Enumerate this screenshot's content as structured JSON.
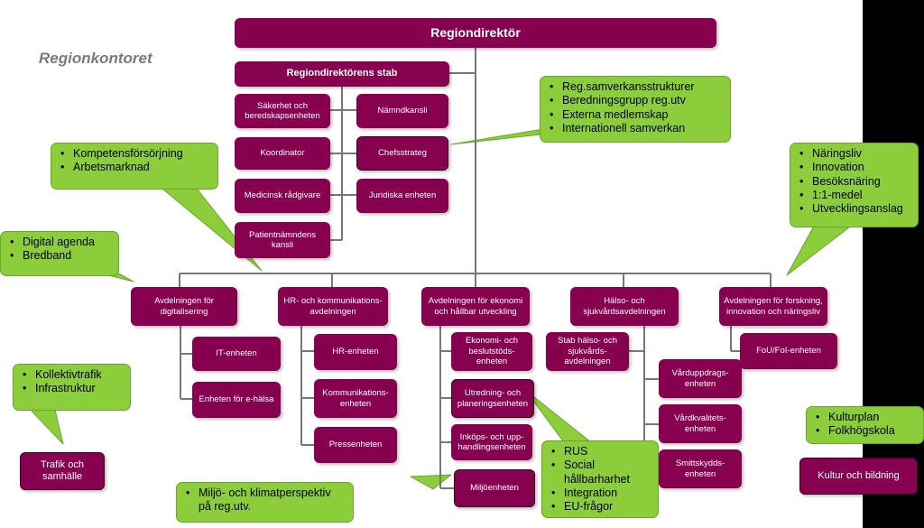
{
  "title": "Regionkontoret",
  "colors": {
    "box": "#86004f",
    "callout": "#8ccd3c",
    "background": "#ffffff",
    "title": "#7a7a7a"
  },
  "top": "Regiondirektör",
  "stab": {
    "title": "Regiondirektörens stab",
    "items": [
      "Säkerhet och beredskapsenheten",
      "Nämndkansli",
      "Koordinator",
      "Chefsstrateg",
      "Medicinsk rådgivare",
      "Juridiska enheten",
      "Patientnämndens kansli"
    ]
  },
  "departments": [
    {
      "name": "Avdelningen för digitalisering",
      "units": [
        "IT-enheten",
        "Enheten för e-hälsa"
      ]
    },
    {
      "name": "HR- och kommunikations-avdelningen",
      "units": [
        "HR-enheten",
        "Kommunikations-enheten",
        "Pressenheten"
      ]
    },
    {
      "name": "Avdelningen för ekonomi och hållbar utveckling",
      "units": [
        "Ekonomi- och beslutstöds-enheten",
        "Utredning- och planeringsenheten",
        "Inköps- och upp-handlingsenheten",
        "Miljöenheten"
      ]
    },
    {
      "name": "Hälso- och sjukvårdsavdelningen",
      "units": [
        "Stab hälso- och sjukvårds-avdelningen",
        "Vårduppdrags-enheten",
        "Vårdkvalitets-enheten",
        "Smittskydds-enheten"
      ]
    },
    {
      "name": "Avdelningen för forskning, innovation och näringsliv",
      "units": [
        "FoU/FoI-enheten"
      ]
    }
  ],
  "separate_units": [
    "Trafik och samhälle",
    "Kultur och bildning"
  ],
  "callouts": [
    {
      "id": "stab",
      "items": [
        "Reg.samverkansstrukturer",
        "Beredningsgrupp reg.utv",
        "Externa medlemskap",
        "Internationell samverkan"
      ]
    },
    {
      "id": "hr",
      "items": [
        "Kompetensförsörjning",
        "Arbetsmarknad"
      ]
    },
    {
      "id": "digital",
      "items": [
        "Digital agenda",
        "Bredband"
      ]
    },
    {
      "id": "forskning",
      "items": [
        "Näringsliv",
        "Innovation",
        "Besöksnäring",
        "1:1-medel",
        "Utvecklingsanslag"
      ]
    },
    {
      "id": "trafik",
      "items": [
        "Kollektivtrafik",
        "Infrastruktur"
      ]
    },
    {
      "id": "utredning",
      "items": [
        "RUS",
        "Social hållbarharhet",
        "Integration",
        "EU-frågor"
      ]
    },
    {
      "id": "miljo",
      "items": [
        "Miljö- och klimatperspektiv på reg.utv."
      ]
    },
    {
      "id": "kultur",
      "items": [
        "Kulturplan",
        "Folkhögskola"
      ]
    }
  ]
}
